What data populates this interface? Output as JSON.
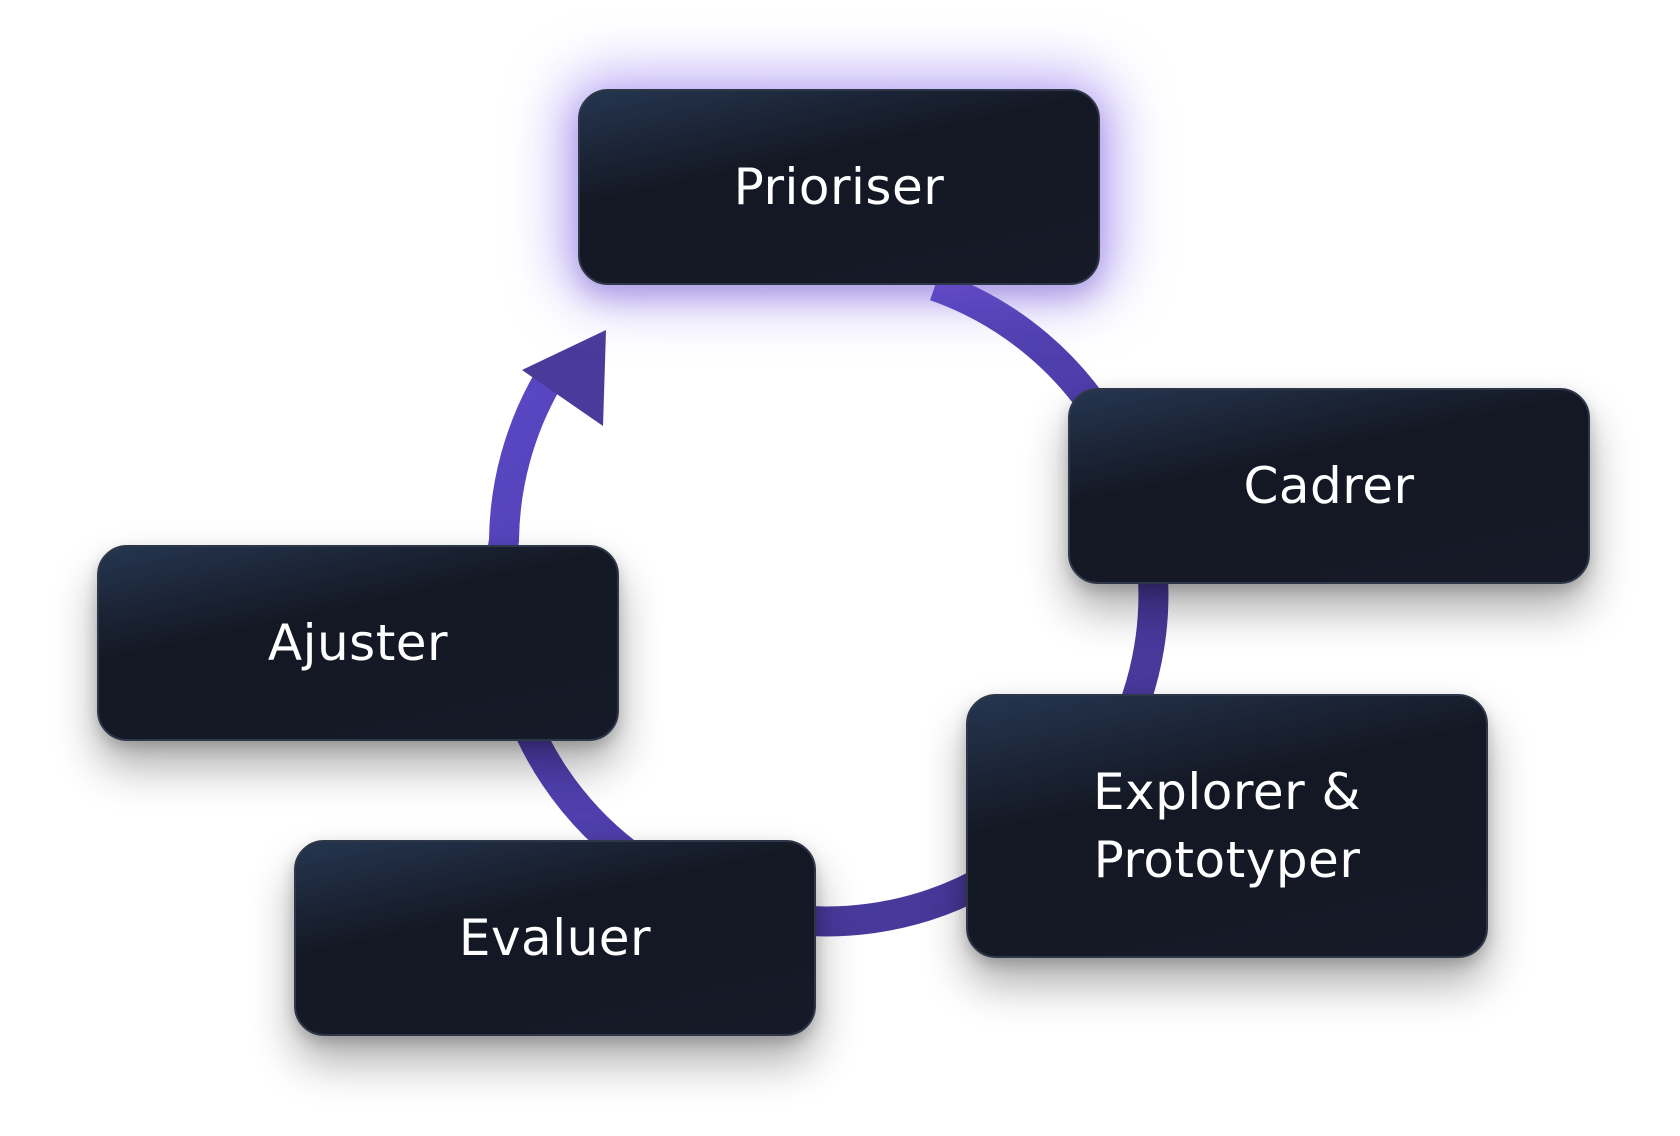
{
  "diagram": {
    "type": "cycle",
    "colors": {
      "arrow": "#4a3a9a",
      "arrow_light": "#5b48c8",
      "node_background": "#141824",
      "node_border": "#2d3748",
      "node_text": "#ffffff",
      "highlight_glow": "#8264f0"
    },
    "nodes": [
      {
        "id": "prioriser",
        "label": "Prioriser",
        "highlighted": true
      },
      {
        "id": "cadrer",
        "label": "Cadrer",
        "highlighted": false
      },
      {
        "id": "explorer",
        "label": "Explorer &\nPrototyper",
        "highlighted": false
      },
      {
        "id": "evaluer",
        "label": "Evaluer",
        "highlighted": false
      },
      {
        "id": "ajuster",
        "label": "Ajuster",
        "highlighted": false
      }
    ],
    "edges": [
      {
        "from": "prioriser",
        "to": "cadrer"
      },
      {
        "from": "cadrer",
        "to": "explorer"
      },
      {
        "from": "explorer",
        "to": "evaluer"
      },
      {
        "from": "evaluer",
        "to": "ajuster"
      },
      {
        "from": "ajuster",
        "to": "prioriser",
        "arrowhead": true
      }
    ]
  }
}
